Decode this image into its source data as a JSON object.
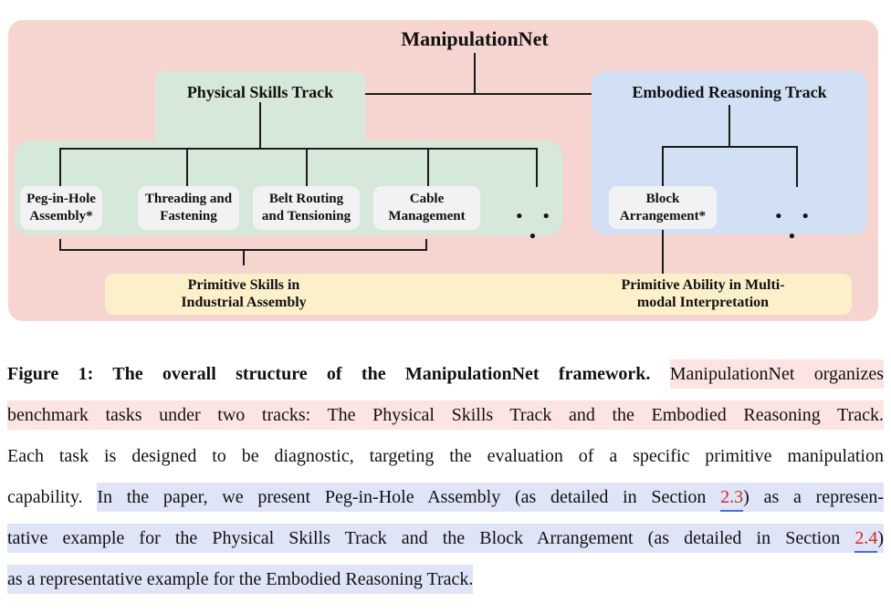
{
  "colors": {
    "panel_pink": "#f6d4d0",
    "track_green": "#d5e8d9",
    "track_blue": "#d2e0f6",
    "task_gray": "#f2f2f4",
    "footer_yellow": "#fcf0cb",
    "highlight_pink": "#fbe4e2",
    "highlight_blue": "#dfe4f7",
    "link_red": "#cd2d23",
    "link_underline_blue": "#466ee6",
    "connector_black": "#1b1b1b"
  },
  "diagram": {
    "title": "ManipulationNet",
    "physical_track": {
      "label": "Physical Skills Track"
    },
    "embodied_track": {
      "label": "Embodied Reasoning Track"
    },
    "tasks": {
      "peg": "Peg-in-Hole\nAssembly*",
      "threading": "Threading and\nFastening",
      "belt": "Belt Routing\nand Tensioning",
      "cable": "Cable\nManagement",
      "block": "Block\nArrangement*"
    },
    "ellipsis": "• • •",
    "footers": {
      "left": "Primitive Skills in\nIndustrial Assembly",
      "right": "Primitive Ability in Multi-\nmodal Interpretation"
    }
  },
  "caption": {
    "lines": [
      {
        "justify": true,
        "segments": [
          {
            "text": "Figure 1: The overall structure of the ManipulationNet framework. ",
            "bold": true,
            "hl": "none"
          },
          {
            "text": "ManipulationNet organizes",
            "hl": "pink"
          }
        ]
      },
      {
        "justify": true,
        "segments": [
          {
            "text": "benchmark tasks under two tracks: The Physical Skills Track and the Embodied Reasoning Track.",
            "hl": "pink"
          }
        ]
      },
      {
        "justify": true,
        "segments": [
          {
            "text": "Each task is designed to be diagnostic, targeting the evaluation of a specific primitive manipulation",
            "hl": "none"
          }
        ]
      },
      {
        "justify": true,
        "segments": [
          {
            "text": "capability. ",
            "hl": "none"
          },
          {
            "text": "In the paper, we present Peg-in-Hole Assembly (as detailed in Section ",
            "hl": "blue"
          },
          {
            "text": "2.3",
            "hl": "blue",
            "link": true
          },
          {
            "text": ") as a represen-",
            "hl": "blue"
          }
        ]
      },
      {
        "justify": true,
        "segments": [
          {
            "text": "tative example for the Physical Skills Track and the Block Arrangement (as detailed in Section ",
            "hl": "blue"
          },
          {
            "text": "2.4",
            "hl": "blue",
            "link": true
          },
          {
            "text": ")",
            "hl": "blue"
          }
        ]
      },
      {
        "justify": false,
        "segments": [
          {
            "text": "as a representative example for the Embodied Reasoning Track.",
            "hl": "blue"
          }
        ]
      }
    ]
  }
}
